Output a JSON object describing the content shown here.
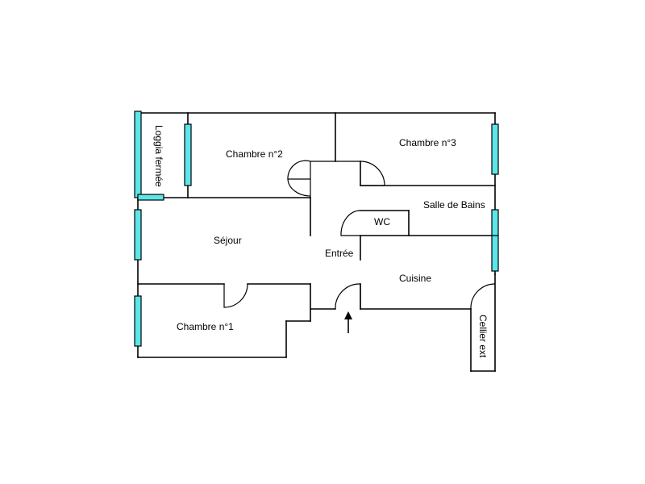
{
  "floor_plan": {
    "rooms": {
      "loggia": "Loggia fermée",
      "chambre2": "Chambre n°2",
      "chambre3": "Chambre n°3",
      "salle_de_bains": "Salle de Bains",
      "wc": "WC",
      "sejour": "Séjour",
      "entree": "Entrée",
      "cuisine": "Cuisine",
      "chambre1": "Chambre n°1",
      "cellier": "Cellier ext"
    },
    "window_color": "#5ce6ea",
    "wall_color": "#000000"
  }
}
